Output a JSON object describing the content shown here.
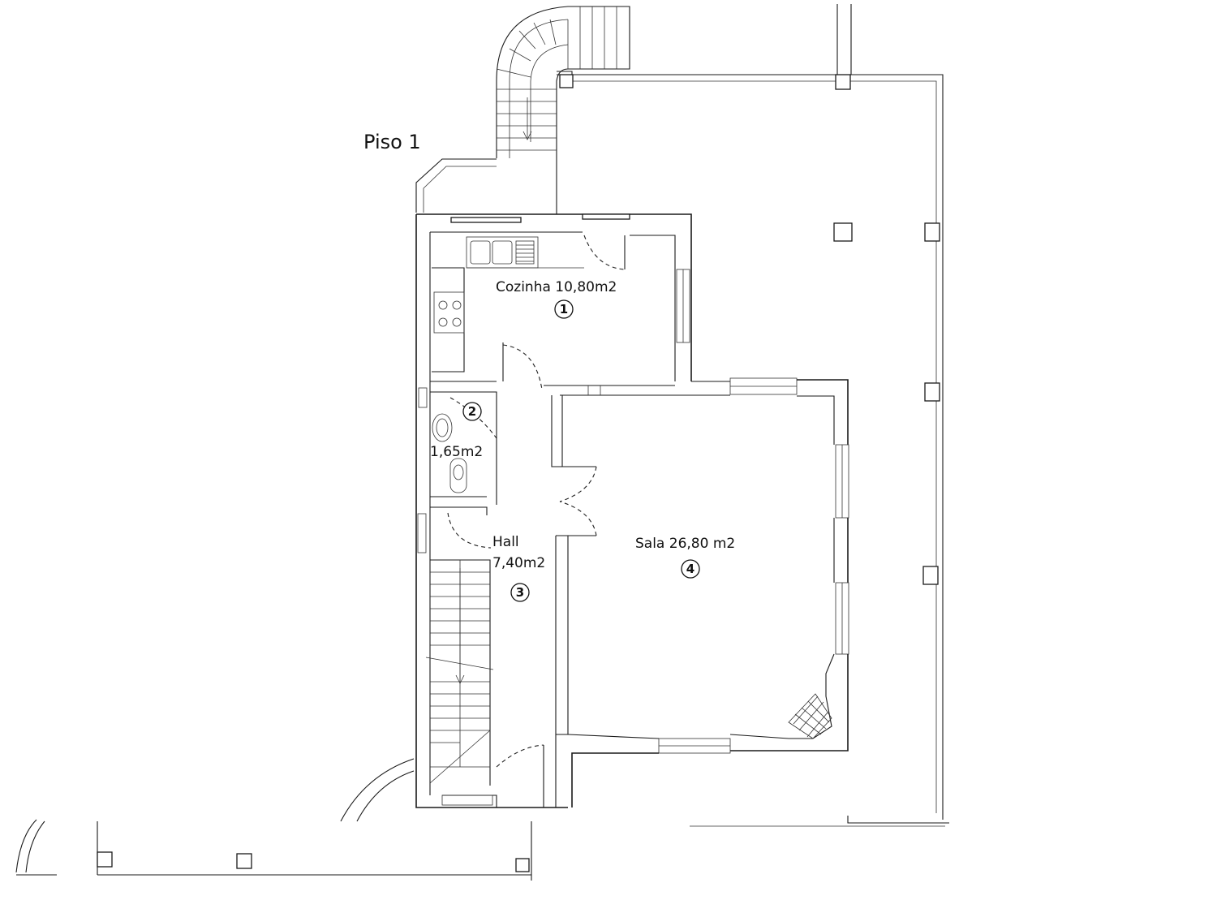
{
  "floor_title": "Piso 1",
  "rooms": [
    {
      "id": "cozinha",
      "name": "Cozinha 10,80m2",
      "number": "1"
    },
    {
      "id": "wc",
      "name": "1,65m2",
      "number": "2"
    },
    {
      "id": "hall",
      "name_line1": "Hall",
      "name_line2": "7,40m2",
      "number": "3"
    },
    {
      "id": "sala",
      "name": "Sala 26,80 m2",
      "number": "4"
    }
  ]
}
